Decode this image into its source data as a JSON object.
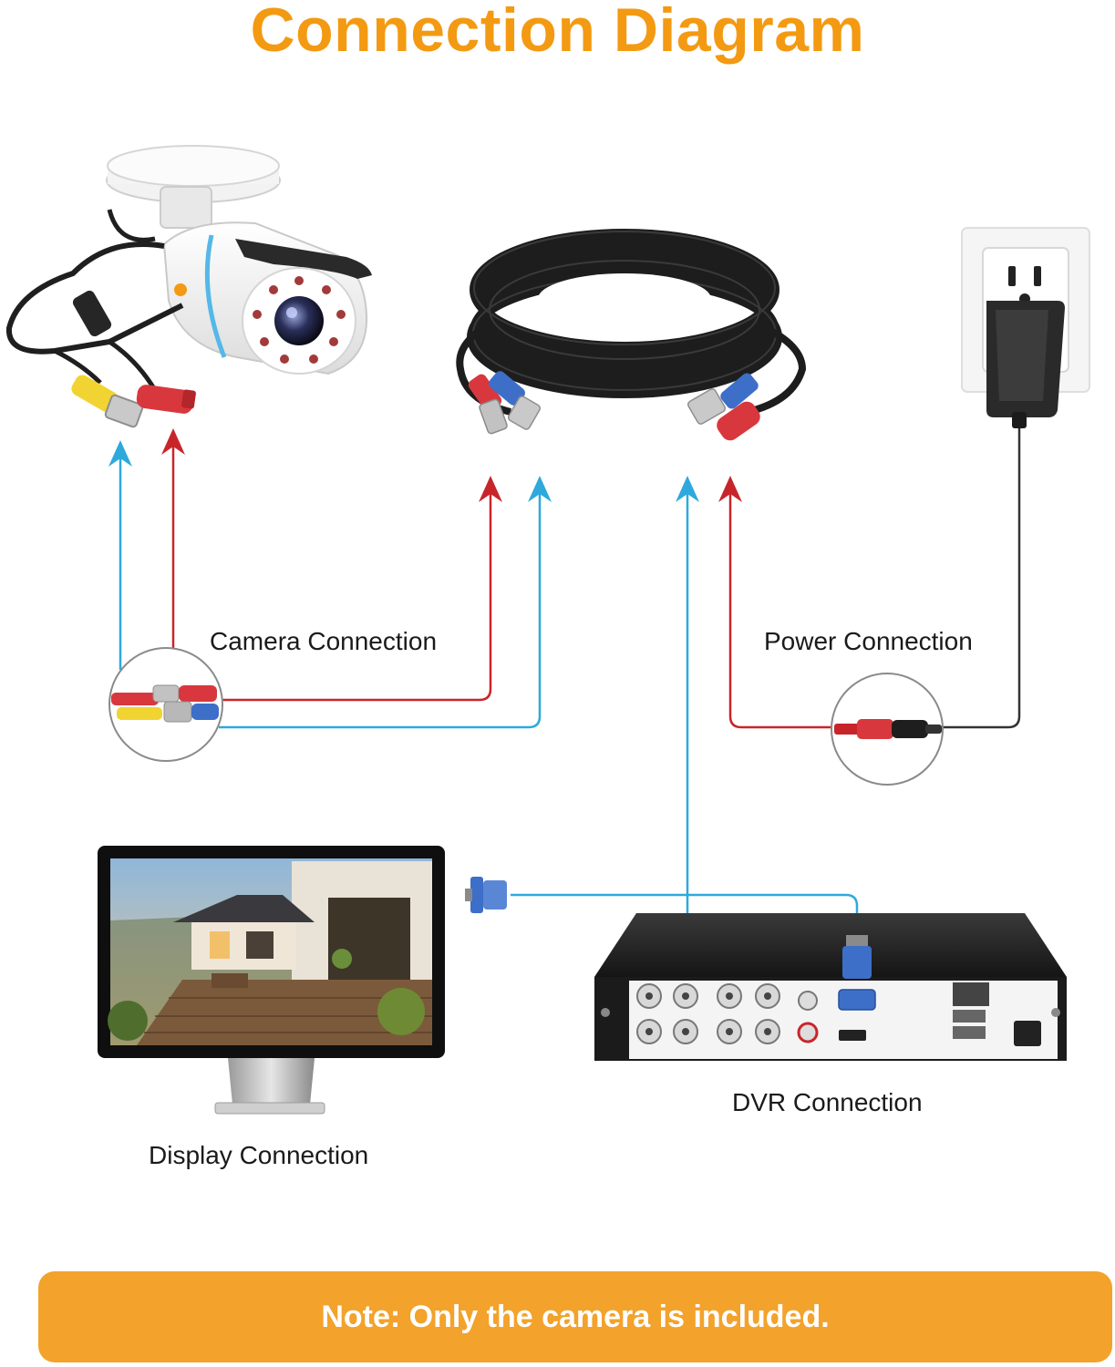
{
  "title": "Connection Diagram",
  "labels": {
    "camera": "Camera Connection",
    "power": "Power Connection",
    "display": "Display Connection",
    "dvr": "DVR Connection"
  },
  "note": "Note: Only the camera is included.",
  "colors": {
    "accent": "#F39A12",
    "note_bg": "#F3A22B",
    "video_line": "#2EA9DC",
    "power_line": "#C8252A",
    "adapter_line": "#333333"
  },
  "icons": [
    "bullet-camera-icon",
    "coiled-cable-icon",
    "power-adapter-icon",
    "monitor-icon",
    "dvr-icon",
    "vga-connector-icon"
  ]
}
